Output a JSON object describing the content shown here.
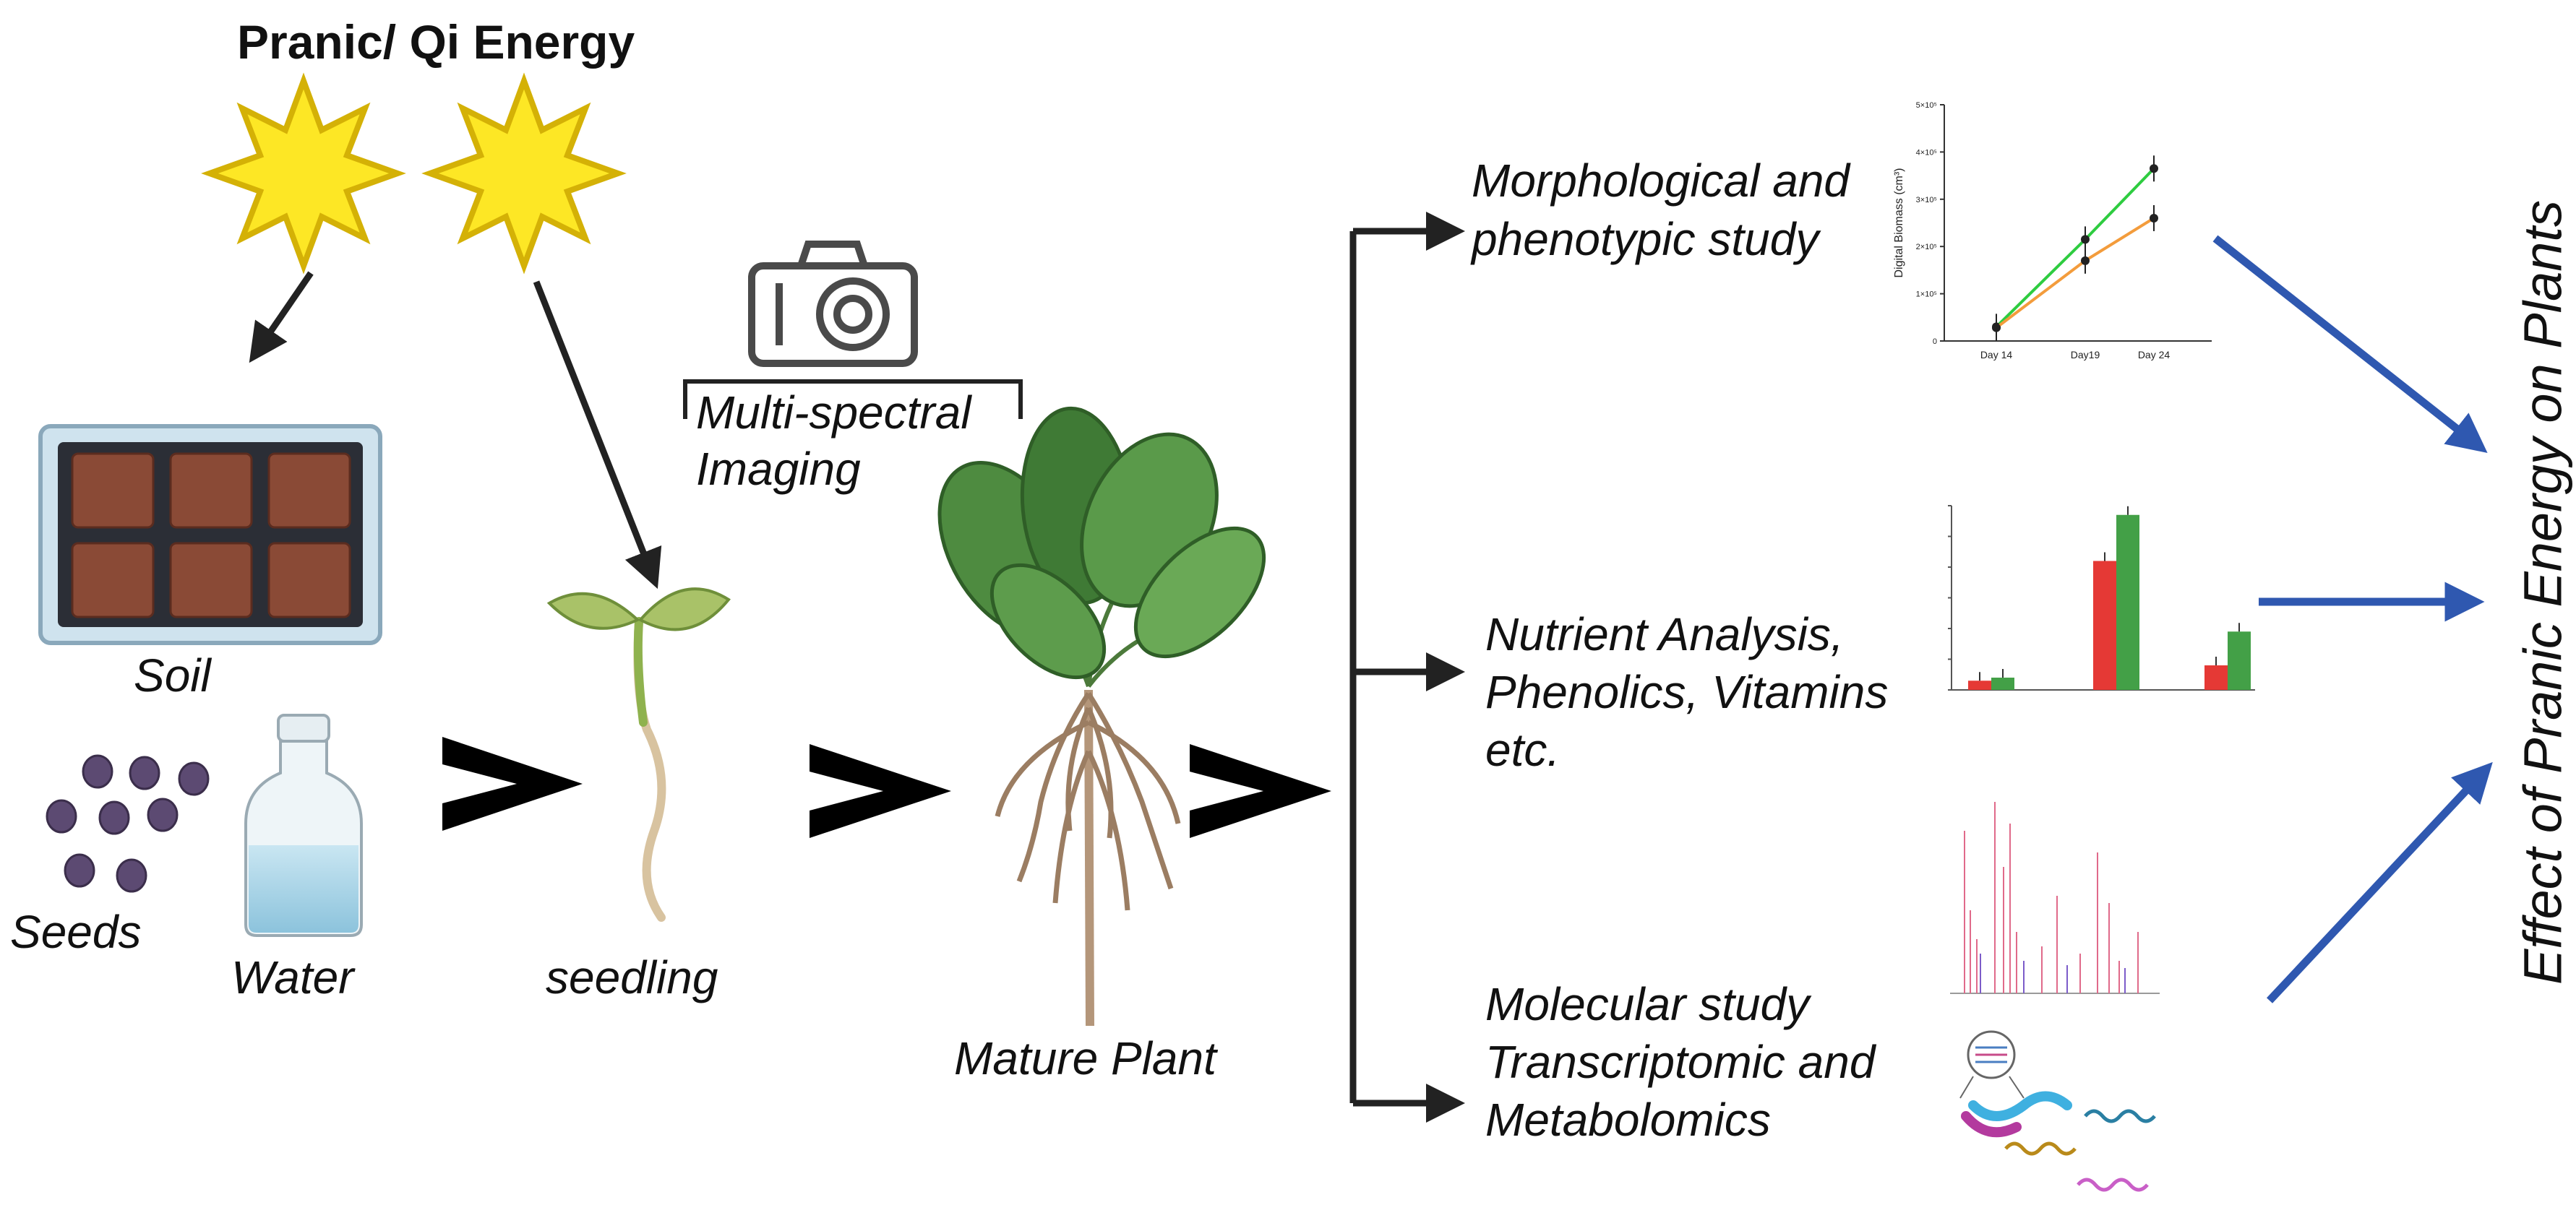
{
  "title": "Pranic/ Qi Energy",
  "inputs": {
    "soil": "Soil",
    "seeds": "Seeds",
    "water": "Water"
  },
  "stages": {
    "seedling": "seedling",
    "mature_plant": "Mature Plant"
  },
  "imaging": {
    "line1": "Multi-spectral",
    "line2": "Imaging"
  },
  "studies": {
    "morphological": [
      "Morphological and",
      "phenotypic study"
    ],
    "nutrient": [
      "Nutrient Analysis,",
      "Phenolics, Vitamins",
      "etc."
    ],
    "molecular": [
      "Molecular study",
      "Transcriptomic and",
      "Metabolomics"
    ]
  },
  "outcome": "Effect of Pranic Energy on Plants",
  "chart_data": [
    {
      "type": "line",
      "title": "",
      "xlabel": "",
      "ylabel": "Digital Biomass (cm³)",
      "categories": [
        "Day 14",
        "Day19",
        "Day 24"
      ],
      "ytick_labels": [
        "0",
        "1×10⁵",
        "2×10⁵",
        "3×10⁵",
        "4×10⁵",
        "5×10⁵"
      ],
      "ylim": [
        0,
        500000
      ],
      "series": [
        {
          "color": "#2ecc40",
          "values": [
            30000,
            215000,
            365000
          ]
        },
        {
          "color": "#f39c3c",
          "values": [
            28000,
            170000,
            260000
          ]
        }
      ]
    },
    {
      "type": "bar",
      "title": "",
      "xlabel": "",
      "ylabel": "",
      "categories": [
        "",
        "",
        ""
      ],
      "ylim": [
        0,
        60
      ],
      "series": [
        {
          "color": "#e53935",
          "values": [
            3,
            42,
            8
          ]
        },
        {
          "color": "#43a047",
          "values": [
            4,
            57,
            19
          ]
        }
      ]
    }
  ]
}
